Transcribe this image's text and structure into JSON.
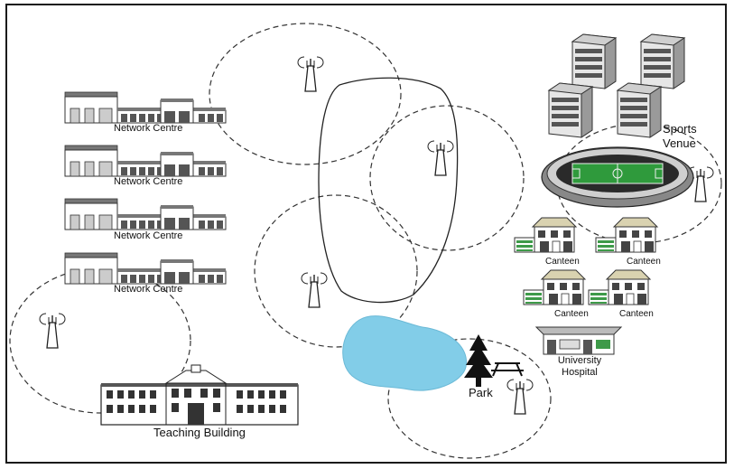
{
  "labels": {
    "network_centre": "Network Centre",
    "teaching_building": "Teaching Building",
    "sports_venue_line1": "Sports",
    "sports_venue_line2": "Venue",
    "canteen": "Canteen",
    "park": "Park",
    "hospital_line1": "University",
    "hospital_line2": "Hospital"
  },
  "colors": {
    "lake": "#82cde8",
    "pitch": "#2f9a3c",
    "stroke": "#222222"
  },
  "icons": [
    "antenna-tower-icon",
    "server-rack-icon",
    "building-icon",
    "stadium-icon",
    "tree-icon",
    "bench-icon"
  ]
}
